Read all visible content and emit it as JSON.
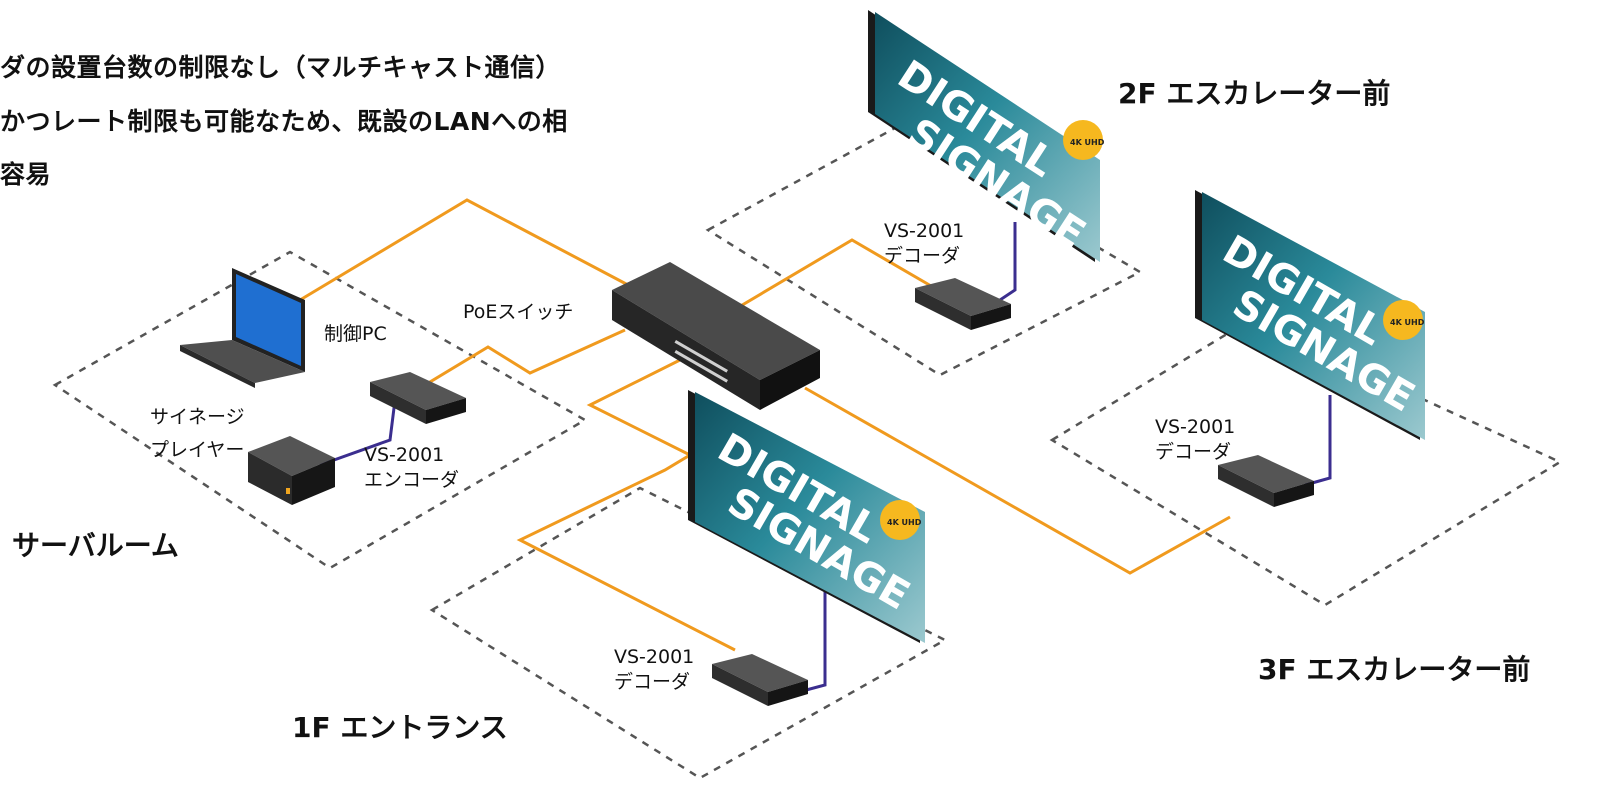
{
  "intro_lines": [
    "ダの設置台数の制限なし（マルチキャスト通信）",
    "かつレート制限も可能なため、既設のLANへの相",
    "容易"
  ],
  "rooms": {
    "server": "サーバルーム",
    "f1": "1F エントランス",
    "f2": "2F エスカレーター前",
    "f3": "3F エスカレーター前"
  },
  "devices": {
    "switch": "PoEスイッチ",
    "pc": "制御PC",
    "player": [
      "サイネージ",
      "プレイヤー"
    ],
    "encoder": [
      "VS-2001",
      "エンコーダ"
    ],
    "decoder_2f": [
      "VS-2001",
      "デコーダ"
    ],
    "decoder_3f": [
      "VS-2001",
      "デコーダ"
    ],
    "decoder_1f": [
      "VS-2001",
      "デコーダ"
    ]
  },
  "signage": {
    "line1": "DIGITAL",
    "line2": "SIGNAGE",
    "badge": "4K UHD"
  },
  "colors": {
    "lan_cable": "#F09A1E",
    "video_cable": "#3B2E8F",
    "zone_border": "#555555",
    "device_body": "#2b2b2b",
    "screen_bg": "#1e7a86"
  },
  "icons": {
    "pc": "laptop-icon",
    "player": "media-player-icon",
    "switch": "network-switch-icon",
    "encoder": "encoder-box-icon",
    "decoder": "decoder-box-icon",
    "display": "signage-display-icon"
  }
}
